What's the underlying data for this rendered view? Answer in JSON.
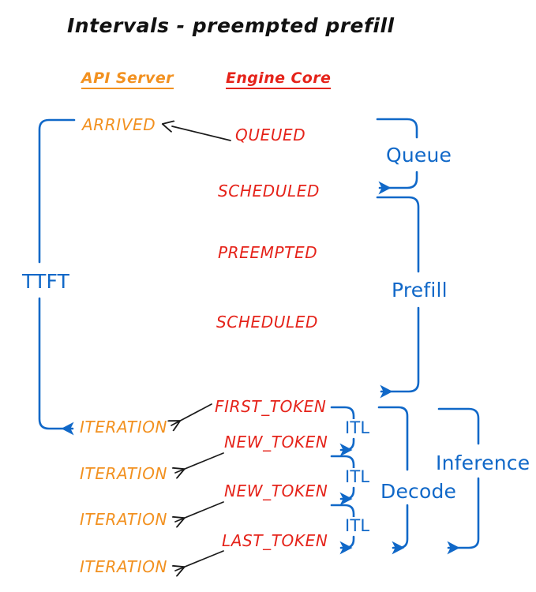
{
  "diagram": {
    "title": "Intervals - preempted prefill",
    "colors": {
      "api_server": "#F29120",
      "engine_core": "#E5231A",
      "interval_blue": "#1068C8",
      "arrow_black": "#1b1b1b",
      "background": "#ffffff"
    },
    "columns": [
      {
        "id": "api-server",
        "label": "API Server",
        "color": "#F29120"
      },
      {
        "id": "engine-core",
        "label": "Engine Core",
        "color": "#E5231A"
      }
    ],
    "api_server_events": [
      {
        "id": "arrived",
        "label": "ARRIVED"
      },
      {
        "id": "iteration-1",
        "label": "ITERATION"
      },
      {
        "id": "iteration-2",
        "label": "ITERATION"
      },
      {
        "id": "iteration-3",
        "label": "ITERATION"
      },
      {
        "id": "iteration-4",
        "label": "ITERATION"
      }
    ],
    "engine_core_events": [
      {
        "id": "queued",
        "label": "QUEUED"
      },
      {
        "id": "scheduled-1",
        "label": "SCHEDULED"
      },
      {
        "id": "preempted",
        "label": "PREEMPTED"
      },
      {
        "id": "scheduled-2",
        "label": "SCHEDULED"
      },
      {
        "id": "first-token",
        "label": "FIRST_TOKEN"
      },
      {
        "id": "new-token-1",
        "label": "NEW_TOKEN"
      },
      {
        "id": "new-token-2",
        "label": "NEW_TOKEN"
      },
      {
        "id": "last-token",
        "label": "LAST_TOKEN"
      }
    ],
    "intervals": [
      {
        "id": "ttft",
        "label": "TTFT"
      },
      {
        "id": "queue",
        "label": "Queue"
      },
      {
        "id": "prefill",
        "label": "Prefill"
      },
      {
        "id": "decode",
        "label": "Decode"
      },
      {
        "id": "inference",
        "label": "Inference"
      },
      {
        "id": "itl-1",
        "label": "ITL"
      },
      {
        "id": "itl-2",
        "label": "ITL"
      },
      {
        "id": "itl-3",
        "label": "ITL"
      }
    ]
  }
}
